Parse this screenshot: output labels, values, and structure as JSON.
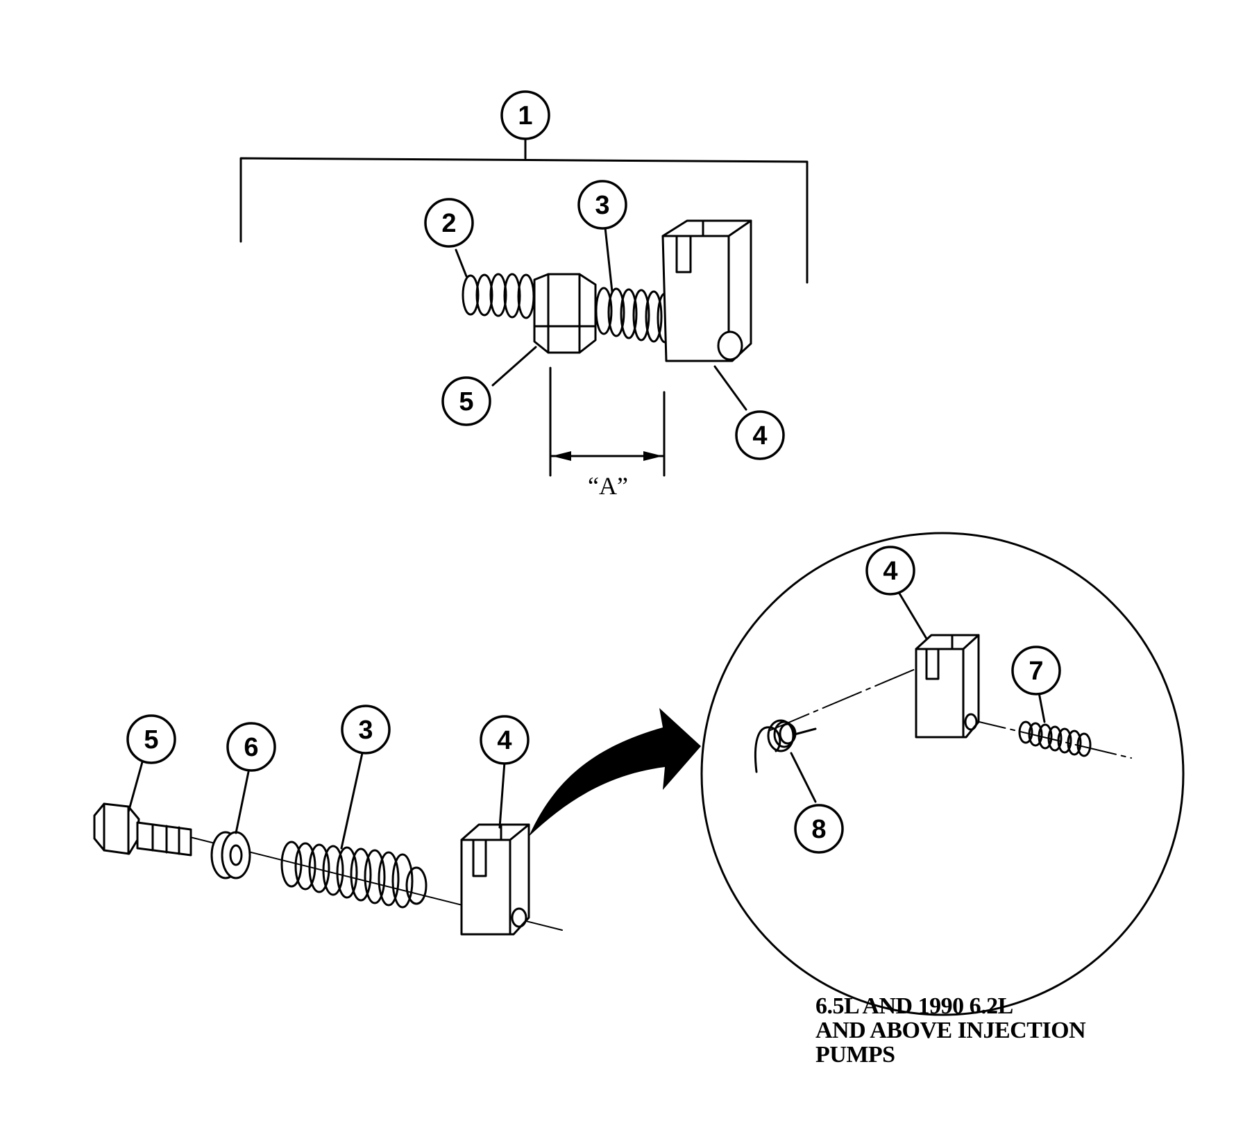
{
  "callouts": {
    "c1": "1",
    "c2": "2",
    "c3_top": "3",
    "c4_top": "4",
    "c5_top": "5",
    "c5_bottom": "5",
    "c6": "6",
    "c3_bottom": "3",
    "c4_bottom": "4",
    "c4_detail": "4",
    "c7": "7",
    "c8": "8"
  },
  "dimension_label": "“A”",
  "caption": {
    "line1": "6.5L AND 1990 6.2L",
    "line2": "AND ABOVE INJECTION",
    "line3": "PUMPS"
  }
}
